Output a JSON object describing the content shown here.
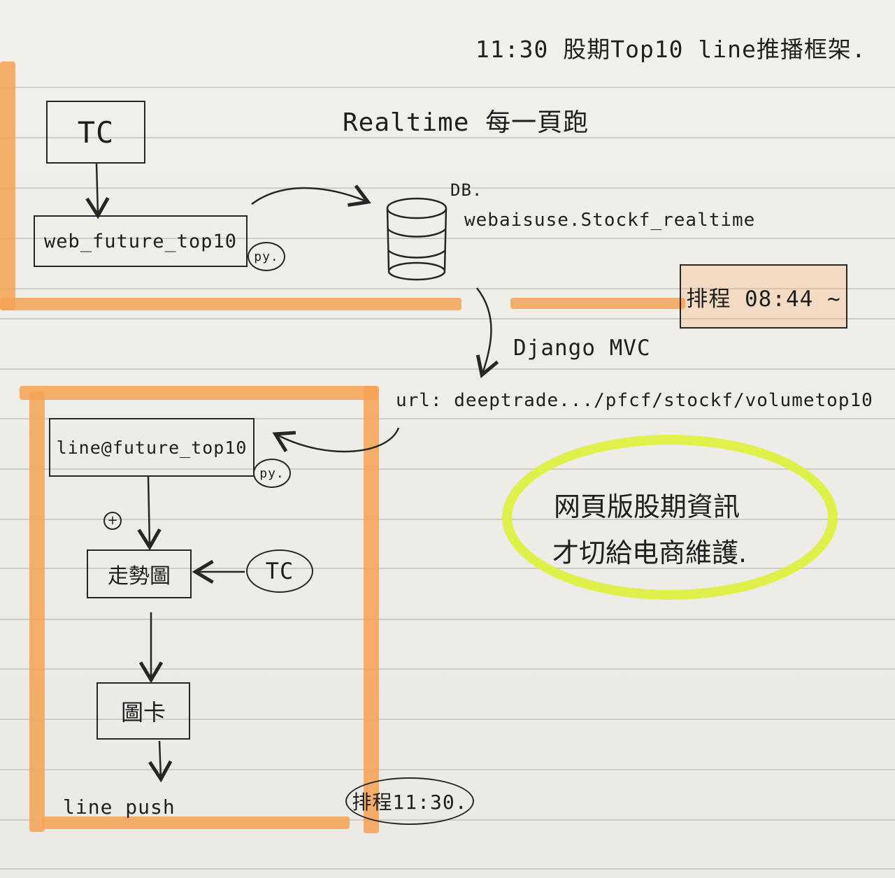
{
  "header": {
    "title": "11:30 股期Top10 line推播框架."
  },
  "top_section": {
    "heading": "Realtime 每一頁跑",
    "tc": "TC",
    "script": "web_future_top10",
    "py": "py.",
    "db_label": "DB.",
    "db_table": "webaisuse.Stockf_realtime",
    "schedule": "排程 08:44 ~"
  },
  "middle": {
    "framework": "Django MVC",
    "url": "url: deeptrade.../pfcf/stockf/volumetop10"
  },
  "bottom_section": {
    "script": "line@future_top10",
    "py": "py.",
    "plus": "+",
    "trend_chart": "走勢圖",
    "tc": "TC",
    "image_card": "圖卡",
    "line_push": "line push",
    "schedule": "排程11:30."
  },
  "note": {
    "line1": "网頁版股期資訊",
    "line2": "才切給电商維護."
  },
  "colors": {
    "paper": "#efede8",
    "ink": "#1e1e1e",
    "rule": "#cfccc6",
    "orange_highlight": "#f6a253",
    "yellow_green_highlight": "#dcf23a"
  }
}
